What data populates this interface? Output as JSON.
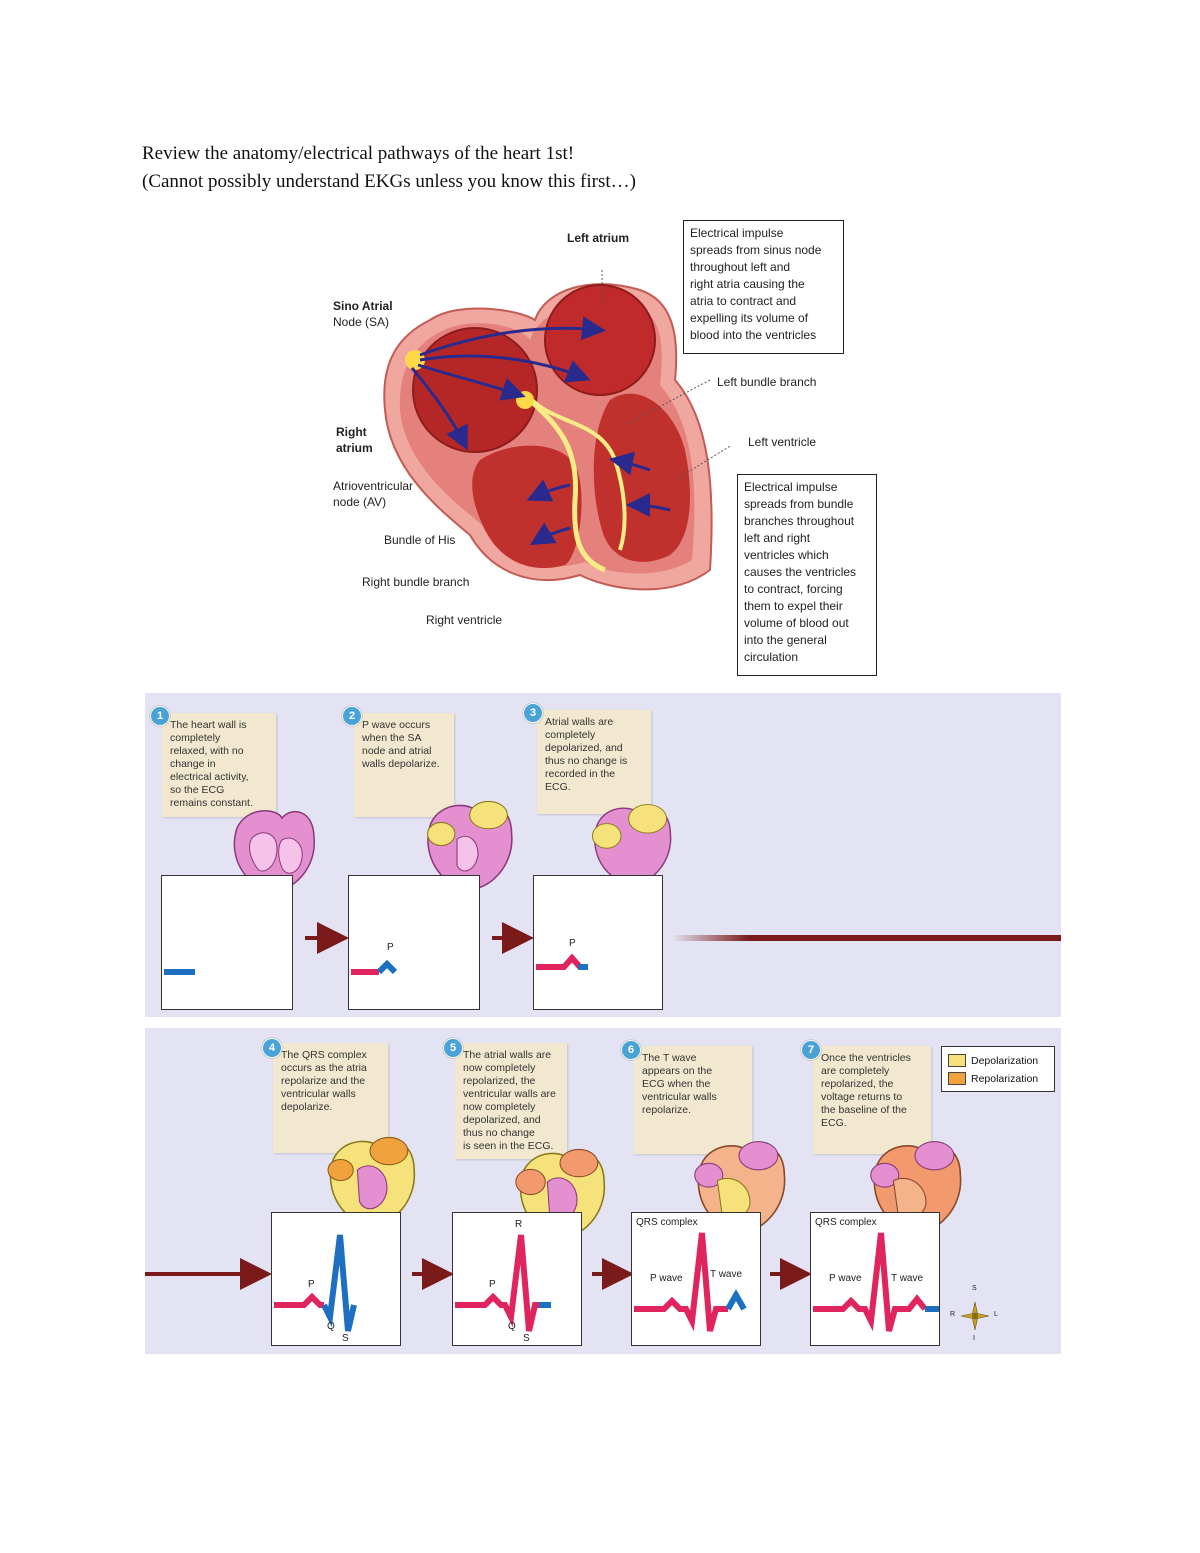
{
  "heading": {
    "line1": "Review the anatomy/electrical pathways of the heart 1st!",
    "line2": "(Cannot possibly understand EKGs unless you know this first…)"
  },
  "anatomy": {
    "labels": {
      "left_atrium": "Left atrium",
      "sa_node_1": "Sino Atrial",
      "sa_node_2": "Node (SA)",
      "left_bundle_branch": "Left bundle branch",
      "right_atrium_1": "Right",
      "right_atrium_2": "atrium",
      "left_ventricle": "Left ventricle",
      "av_node_1": "Atrioventricular",
      "av_node_2": "node (AV)",
      "bundle_of_his": "Bundle of His",
      "right_bundle_branch": "Right bundle branch",
      "right_ventricle": "Right ventricle"
    },
    "infobox_top": [
      "Electrical impulse",
      "spreads from sinus node",
      "throughout left and",
      "right atria causing the",
      "atria to contract and",
      "expelling its volume of",
      "blood into the ventricles"
    ],
    "infobox_bottom": [
      "Electrical impulse",
      "spreads from bundle",
      "branches throughout",
      "left and right",
      "ventricles which",
      "causes the ventricles",
      "to contract, forcing",
      "them to expel their",
      "volume of blood out",
      "into the general",
      "circulation"
    ]
  },
  "steps": [
    {
      "num": "1",
      "lines": [
        "The heart wall is",
        "completely",
        "relaxed, with no",
        "change in",
        "electrical activity,",
        "so the ECG",
        "remains constant."
      ]
    },
    {
      "num": "2",
      "lines": [
        "P wave occurs",
        "when the SA",
        "node and atrial",
        "walls depolarize."
      ],
      "wave_label": "P"
    },
    {
      "num": "3",
      "lines": [
        "Atrial walls are",
        "completely",
        "depolarized, and",
        "thus no change is",
        "recorded in the",
        "ECG."
      ],
      "wave_label": "P"
    },
    {
      "num": "4",
      "lines": [
        "The QRS complex",
        "occurs as the atria",
        "repolarize and the",
        "ventricular walls",
        "depolarize."
      ],
      "labels": {
        "p": "P",
        "q": "Q",
        "s": "S"
      }
    },
    {
      "num": "5",
      "lines": [
        "The atrial walls are",
        "now completely",
        "repolarized, the",
        "ventricular walls are",
        "now completely",
        "depolarized, and",
        "thus no change",
        "is seen in the ECG."
      ],
      "labels": {
        "p": "P",
        "q": "Q",
        "r": "R",
        "s": "S"
      }
    },
    {
      "num": "6",
      "lines": [
        "The T wave",
        "appears on the",
        "ECG when the",
        "ventricular walls",
        "repolarize."
      ],
      "labels": {
        "qrs": "QRS complex",
        "p": "P wave",
        "t": "T wave"
      }
    },
    {
      "num": "7",
      "lines": [
        "Once the ventricles",
        "are completely",
        "repolarized, the",
        "voltage returns to",
        "the baseline of the",
        "ECG."
      ],
      "labels": {
        "qrs": "QRS complex",
        "p": "P wave",
        "t": "T wave"
      }
    }
  ],
  "legend": {
    "depolarization": "Depolarization",
    "repolarization": "Repolarization",
    "depolarization_color": "#f5e27a",
    "repolarization_color": "#f0a23c"
  },
  "compass": {
    "s_top": "S",
    "r": "R",
    "l": "L",
    "i": "I"
  },
  "colors": {
    "ecg_red": "#e0245e",
    "ecg_blue": "#1d6fc0",
    "arrow_dark": "#7a1a1a",
    "panel_bg": "#e3e3f3",
    "note_bg": "#f1e8cf"
  }
}
